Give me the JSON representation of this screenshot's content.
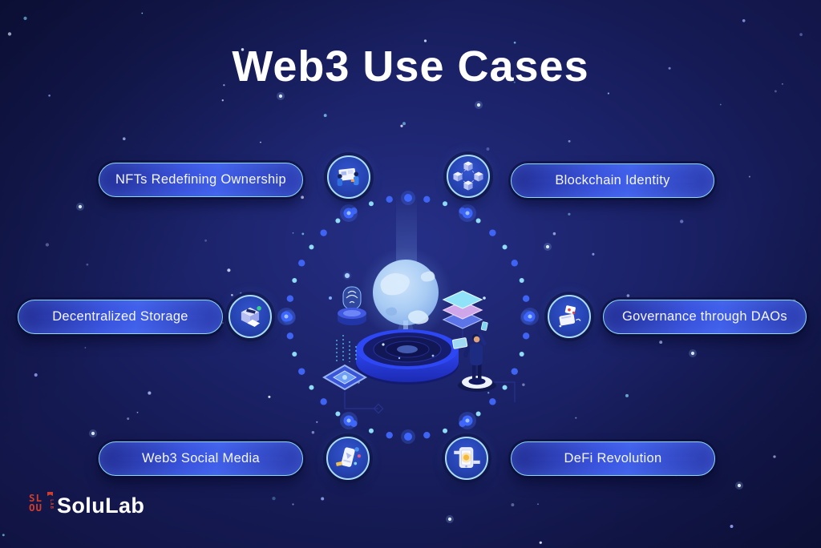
{
  "title": "Web3 Use Cases",
  "use_cases": [
    {
      "label": "NFTs Redefining Ownership",
      "icon": "nft-presentation-icon"
    },
    {
      "label": "Blockchain Identity",
      "icon": "blockchain-cubes-icon"
    },
    {
      "label": "Decentralized Storage",
      "icon": "storage-device-icon"
    },
    {
      "label": "Governance through DAOs",
      "icon": "dao-governance-icon"
    },
    {
      "label": "Web3 Social Media",
      "icon": "social-phone-icon"
    },
    {
      "label": "DeFi Revolution",
      "icon": "defi-wallet-icon"
    }
  ],
  "brand": {
    "name": "SoluLab",
    "mark_line1": "SL",
    "mark_line2": "OU",
    "mark_side": "LAB"
  },
  "colors": {
    "background": "#171c55",
    "title": "#ffffff",
    "pill_fill_dark": "#232e92",
    "pill_fill_bright": "#4160ea",
    "pill_border": "#8fd9f7",
    "icon_circle_fill": "#2644b2",
    "icon_circle_border": "#a9dcf5",
    "ring_dot_cyan": "#8edcf8",
    "ring_dot_blue": "#3f63f2",
    "ring_dot_glow": "#3c66ff",
    "logo_red": "#cf3e2b"
  }
}
